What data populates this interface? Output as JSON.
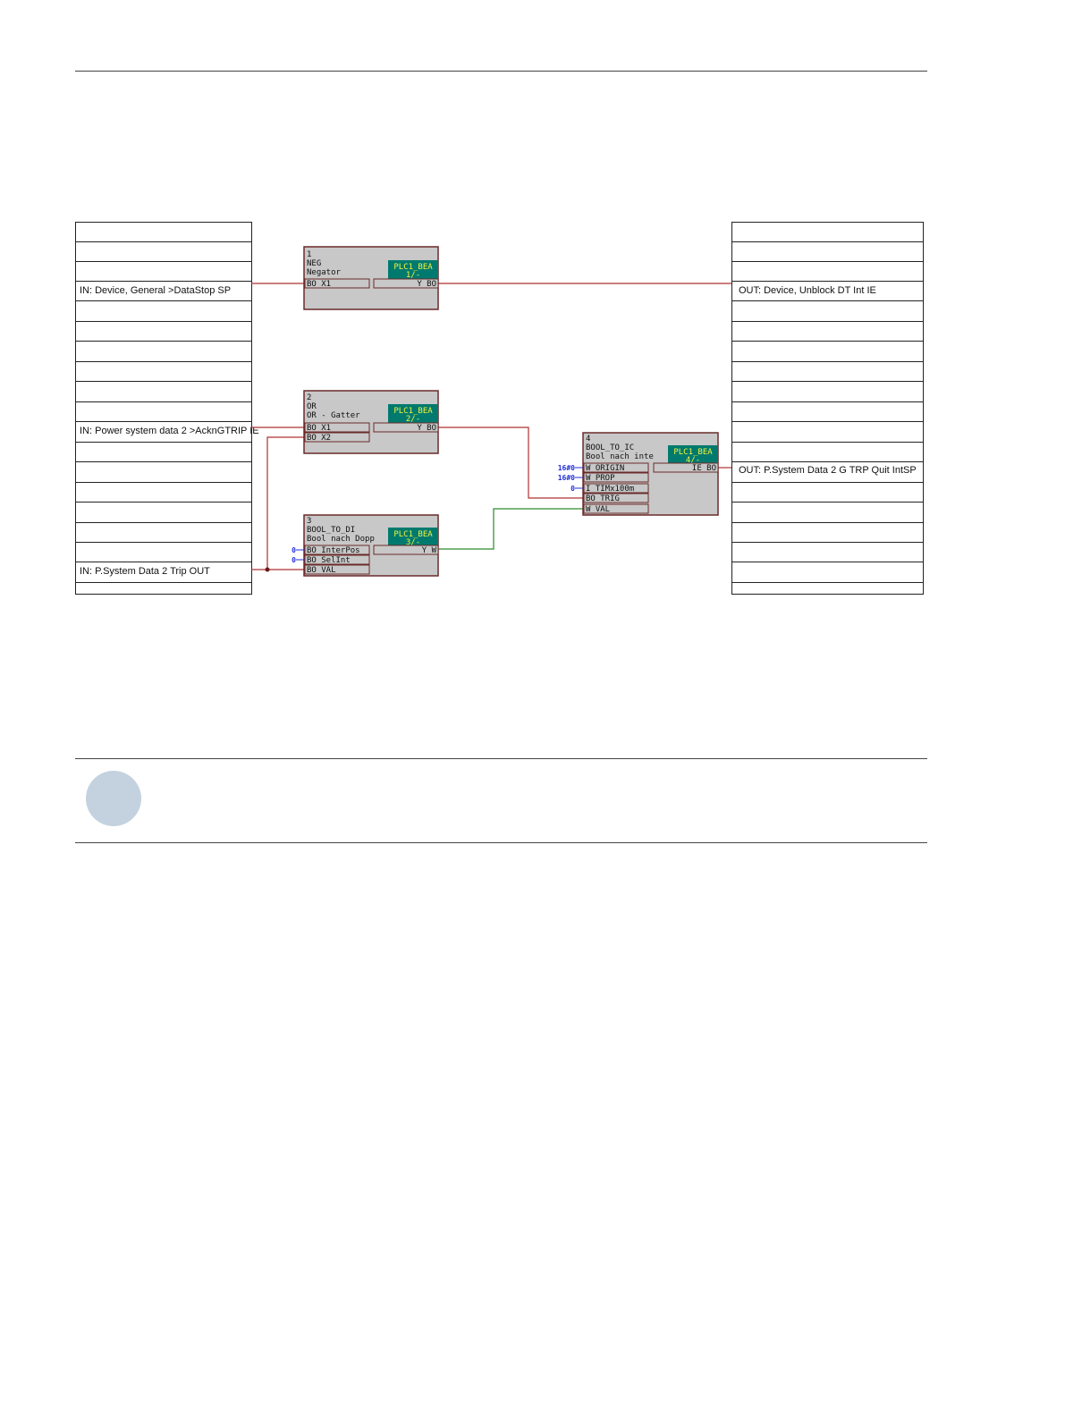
{
  "inputs": [
    {
      "label": "IN: Device, General >DataStop SP"
    },
    {
      "label": "IN: Power system data 2 >AcknGTRIP IE"
    },
    {
      "label": "IN: P.System Data 2 Trip OUT"
    }
  ],
  "outputs": [
    {
      "label": "OUT: Device, Unblock DT Int IE"
    },
    {
      "label": "OUT: P.System Data 2 G TRP Quit IntSP"
    }
  ],
  "blocks": [
    {
      "number": "1",
      "type": "NEG",
      "desc": "Negator",
      "badge": [
        "PLC1_BEA",
        "1/-"
      ],
      "inputs": [
        "BO X1"
      ],
      "output": "Y BO"
    },
    {
      "number": "2",
      "type": "OR",
      "desc": "OR - Gatter",
      "badge": [
        "PLC1_BEA",
        "2/-"
      ],
      "inputs": [
        "BO X1",
        "BO X2"
      ],
      "output": "Y BO"
    },
    {
      "number": "3",
      "type": "BOOL_TO_DI",
      "desc": "Bool nach Dopp",
      "badge": [
        "PLC1_BEA",
        "3/-"
      ],
      "inputs": [
        "BO InterPos",
        "BO SelInt",
        "BO VAL"
      ],
      "output": "Y W"
    },
    {
      "number": "4",
      "type": "BOOL_TO_IC",
      "desc": "Bool nach inte",
      "badge": [
        "PLC1_BEA",
        "4/-"
      ],
      "inputs": [
        "W ORIGIN",
        "W PROP",
        "I TIMx100m",
        "BO TRIG",
        "W VAL"
      ],
      "output": "IE BO"
    }
  ],
  "constants": {
    "block3_interpos": "0",
    "block3_selint": "0",
    "block4_origin": "16#0",
    "block4_prop": "16#0",
    "block4_tim": "0"
  },
  "colors": {
    "bool_wire": "#b03030",
    "word_wire": "#2a8a2a",
    "block_fill": "#c8c8c8",
    "badge_fill": "#007a6e",
    "badge_text": "#f4f23c",
    "constant_text": "#2330d8",
    "note_circle": "#c3d2de"
  }
}
